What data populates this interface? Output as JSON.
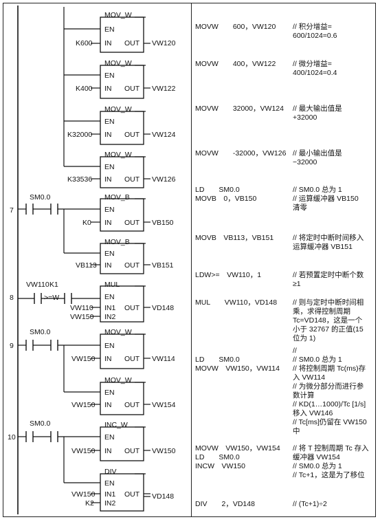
{
  "ladder": {
    "blocks": [
      {
        "id": "b1",
        "name": "MOV_W",
        "in1": "K600",
        "out": "VW120"
      },
      {
        "id": "b2",
        "name": "MOV_W",
        "in1": "K400",
        "out": "VW122"
      },
      {
        "id": "b3",
        "name": "MOV_W",
        "in1": "K32000",
        "out": "VW124"
      },
      {
        "id": "b4",
        "name": "MOV_W",
        "in1": "K33536",
        "out": "VW126"
      },
      {
        "id": "b5",
        "name": "MOV_B",
        "in1": "K0",
        "out": "VB150"
      },
      {
        "id": "b6",
        "name": "MOV_B",
        "in1": "VB113",
        "out": "VB151"
      },
      {
        "id": "b7",
        "name": "MUL",
        "in1": "VW110",
        "in2": "VW150",
        "out": "VD148"
      },
      {
        "id": "b8",
        "name": "MOV_W",
        "in1": "VW150",
        "out": "VW114"
      },
      {
        "id": "b9",
        "name": "MOV_W",
        "in1": "VW150",
        "out": "VW154"
      },
      {
        "id": "b10",
        "name": "INC_W",
        "in1": "VW150",
        "out": "VW150"
      },
      {
        "id": "b11",
        "name": "DIV",
        "in1": "VW150",
        "in2": "K2",
        "out": "VD148"
      }
    ],
    "pins": {
      "en": "EN",
      "in": "IN",
      "in1": "IN1",
      "in2": "IN2",
      "out": "OUT"
    },
    "contacts": {
      "sm00": "SM0.0",
      "vw110": "VW110",
      "k1": "K1",
      "cmp": ">=W"
    },
    "networks": [
      "7",
      "8",
      "9",
      "10"
    ]
  },
  "statements": [
    {
      "id": "s1",
      "code": "MOVW　　600，VW120",
      "comment": "// 积分增益=\n600/1024=0.6"
    },
    {
      "id": "s2",
      "code": "MOVW　　400，VW122",
      "comment": "// 微分增益=\n400/1024=0.4"
    },
    {
      "id": "s3",
      "code": "MOVW　　32000，VW124",
      "comment": "// 最大输出值是\n+32000"
    },
    {
      "id": "s4",
      "code": "MOVW　　-32000，VW126",
      "comment": "// 最小输出值是\n−32000"
    },
    {
      "id": "s5",
      "code": "LD　　SM0.0\nMOVB　0，VB150",
      "comment": "// SM0.0 总为 1\n// 运算缓冲器 VB150\n清零"
    },
    {
      "id": "s6",
      "code": "MOVB　VB113，VB151",
      "comment": "// 将定时中断时间移入\n运算缓冲器 VB151"
    },
    {
      "id": "s7",
      "code": "LDW>=　VW110，1",
      "comment": "// 若预置定时中断个数\n≥1"
    },
    {
      "id": "s8",
      "code": "MUL　　VW110，VD148",
      "comment": "// 则与定时中断时间相\n乘，求得控制周期\nTc=VD148，这是一个\n小于 32767 的正值(15\n位为 1)"
    },
    {
      "id": "s9",
      "code": "LD　　SM0.0\nMOVW　VW150，VW114",
      "comment": "//\n// SM0.0 总为 1\n// 将控制周期 Tc(ms)存\n入 VW114\n// 为微分部分而进行参\n数计算\n// KD(1…1000)/Tc [1/s]\n移入 VW146\n// Tc[ms]仍留在 VW150\n中"
    },
    {
      "id": "s10",
      "code": "MOVW　VW150，VW154\nLD　　SM0.0\nINCW　VW150",
      "comment": "// 将 T 控制周期 Tc 存入\n缓冲器 VW154\n// SM0.0 总为 1\n// Tc+1，这是为了移位"
    },
    {
      "id": "s11",
      "code": "DIV　　2，VD148",
      "comment": "// (Tc+1)÷2"
    }
  ]
}
